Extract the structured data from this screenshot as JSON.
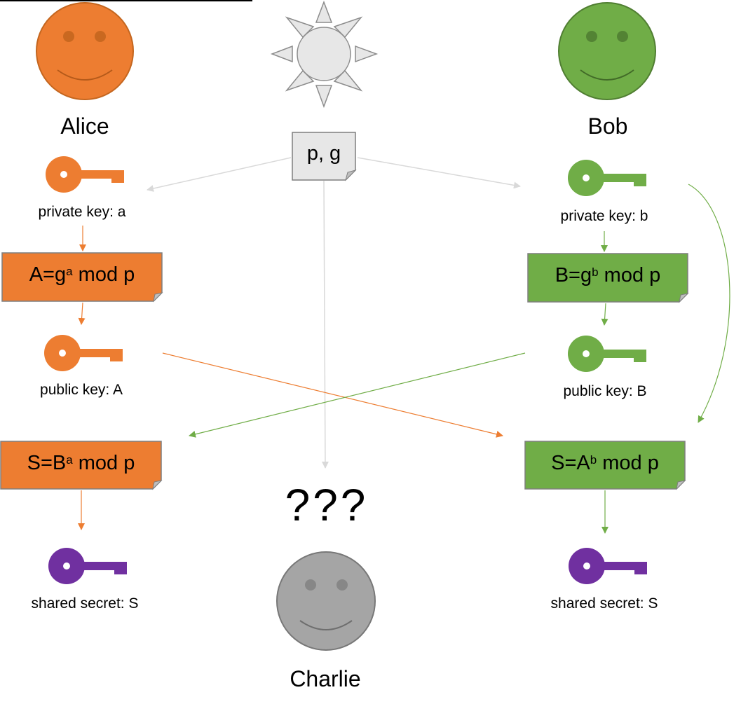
{
  "colors": {
    "alice": "#ED7D31",
    "bob": "#70AD47",
    "secret": "#7030A0",
    "charlie": "#A5A5A5",
    "sun": "#E7E7E7",
    "line_gray": "#D9D9D9"
  },
  "alice": {
    "name": "Alice",
    "private_key_label": "private key: a",
    "compute": {
      "lhs": "A=g",
      "exp": "a",
      "rhs": " mod p"
    },
    "public_key_label": "public key: A",
    "shared_compute": {
      "lhs": "S=B",
      "exp": "a",
      "rhs": " mod p"
    },
    "shared_secret_label": "shared secret: S"
  },
  "bob": {
    "name": "Bob",
    "private_key_label": "private key: b",
    "compute": {
      "lhs": "B=g",
      "exp": "b",
      "rhs": " mod p"
    },
    "public_key_label": "public key: B",
    "shared_compute": {
      "lhs": "S=A",
      "exp": "b",
      "rhs": " mod p"
    },
    "shared_secret_label": "shared secret: S"
  },
  "public_params": "p, g",
  "charlie": {
    "name": "Charlie",
    "unknown": "???"
  },
  "icons": [
    "smiley-face-icon",
    "sun-icon",
    "key-icon",
    "note-icon"
  ]
}
